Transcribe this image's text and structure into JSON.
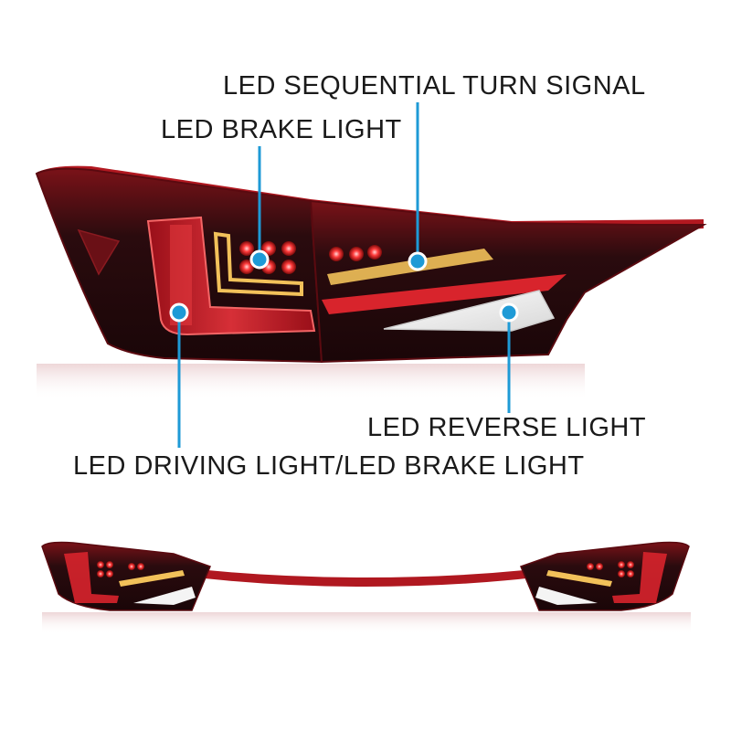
{
  "callouts": {
    "turn_signal": "LED SEQUENTIAL TURN SIGNAL",
    "brake_light": "LED BRAKE LIGHT",
    "reverse_light": "LED REVERSE LIGHT",
    "driving_brake_light": "LED DRIVING LIGHT/LED BRAKE LIGHT"
  },
  "colors": {
    "callout_line": "#1e9ad6",
    "lens_dark": "#2a0b0e",
    "lens_red": "#c8141c",
    "led_glow": "#ff3b3b",
    "amber": "#f2c15a",
    "reverse_white": "#f4f4f4"
  }
}
